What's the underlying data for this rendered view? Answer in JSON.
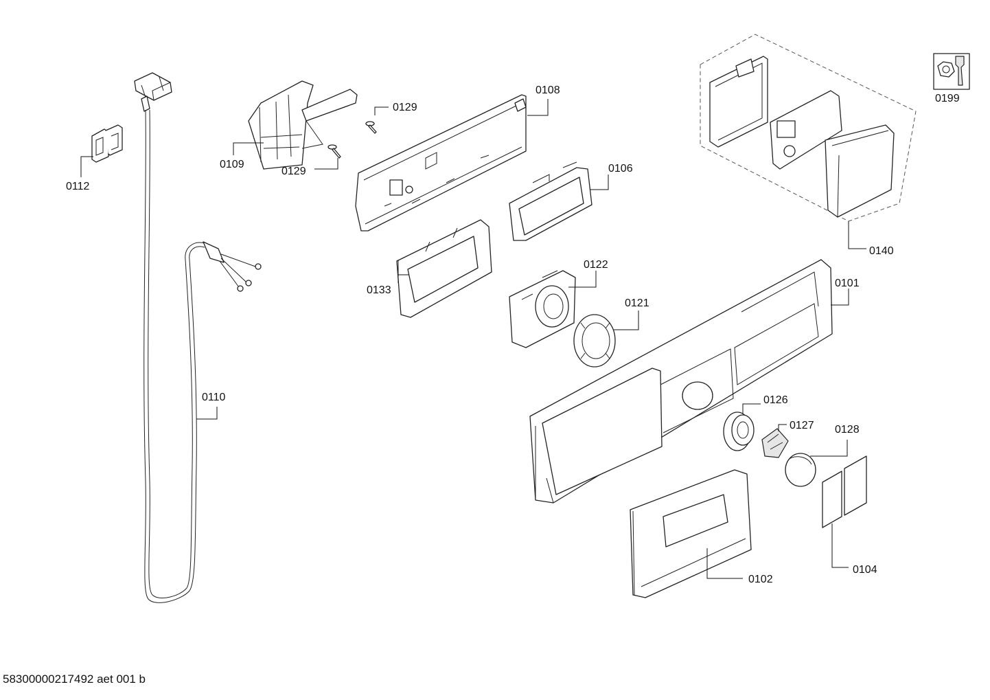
{
  "drawing_number": "58300000217492 aet 001 b",
  "callouts": {
    "c0101": "0101",
    "c0102": "0102",
    "c0104": "0104",
    "c0106": "0106",
    "c0108": "0108",
    "c0109": "0109",
    "c0110": "0110",
    "c0112": "0112",
    "c0121": "0121",
    "c0122": "0122",
    "c0126": "0126",
    "c0127": "0127",
    "c0128": "0128",
    "c0129a": "0129",
    "c0129b": "0129",
    "c0133": "0133",
    "c0140": "0140",
    "c0199": "0199"
  },
  "icons": {
    "service_kit": "nut-and-wrench-icon"
  }
}
